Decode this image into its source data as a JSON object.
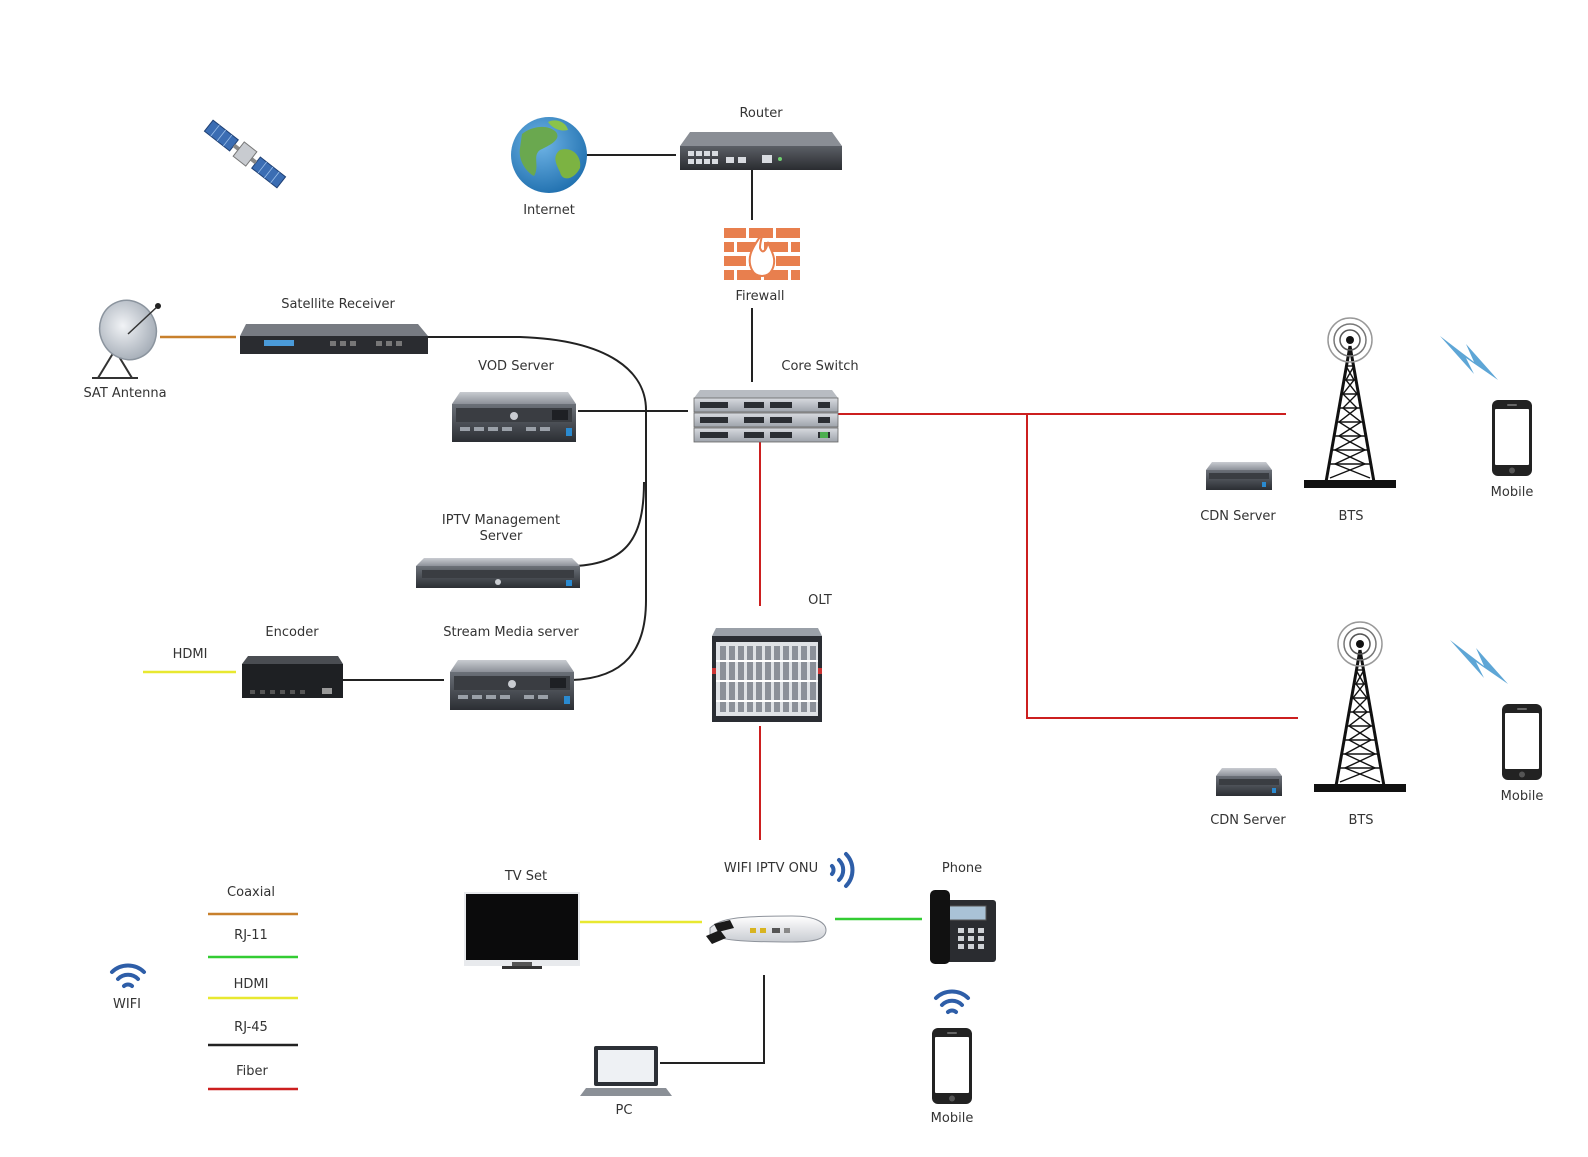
{
  "colors": {
    "coaxial": "#c8802c",
    "rj11": "#33cc33",
    "hdmi": "#e8e830",
    "rj45": "#222222",
    "fiber": "#cc1f1f",
    "wifi_icon": "#2e5ea8",
    "lightning": "#5ea6d6",
    "firewall": "#e87f4e"
  },
  "labels": {
    "router": "Router",
    "internet": "Internet",
    "firewall": "Firewall",
    "sat_antenna": "SAT Antenna",
    "satellite_receiver": "Satellite Receiver",
    "vod_server": "VOD Server",
    "core_switch": "Core Switch",
    "iptv_mgmt_line1": "IPTV Management",
    "iptv_mgmt_line2": "Server",
    "encoder": "Encoder",
    "hdmi_input": "HDMI",
    "stream_media_server": "Stream Media server",
    "olt": "OLT",
    "cdn_server_1": "CDN Server",
    "bts_1": "BTS",
    "mobile_1": "Mobile",
    "cdn_server_2": "CDN Server",
    "bts_2": "BTS",
    "mobile_2": "Mobile",
    "tv_set": "TV Set",
    "wifi_iptv_onu": "WIFI IPTV ONU",
    "phone": "Phone",
    "pc": "PC",
    "mobile_3": "Mobile"
  },
  "legend": {
    "wifi": "WIFI",
    "items": [
      {
        "label": "Coaxial",
        "color_key": "coaxial"
      },
      {
        "label": "RJ-11",
        "color_key": "rj11"
      },
      {
        "label": "HDMI",
        "color_key": "hdmi"
      },
      {
        "label": "RJ-45",
        "color_key": "rj45"
      },
      {
        "label": "Fiber",
        "color_key": "fiber"
      }
    ]
  }
}
